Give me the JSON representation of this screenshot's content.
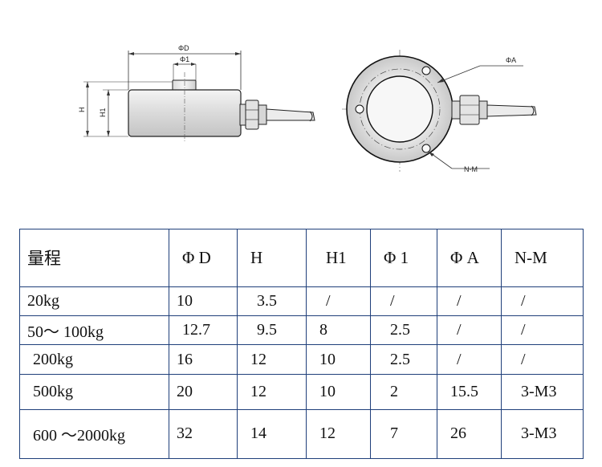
{
  "drawing": {
    "side_view": {
      "phi_d_label": "ΦD",
      "phi_1_label": "Φ1",
      "h_label": "H",
      "h1_label": "H1"
    },
    "top_view": {
      "phi_a_label": "ΦA",
      "nm_label": "N-M"
    }
  },
  "table": {
    "headers": [
      "量程",
      "Φ D",
      "H",
      "H1",
      "Φ 1",
      "Φ A",
      "N-M"
    ],
    "rows": [
      [
        "20kg",
        "10",
        "3.5",
        "/",
        "/",
        "/",
        "/"
      ],
      [
        "50～ 100kg",
        "12.7",
        "9.5",
        "8",
        "2.5",
        "/",
        "/"
      ],
      [
        "200kg",
        "16",
        "12",
        "10",
        "2.5",
        "/",
        "/"
      ],
      [
        "500kg",
        "20",
        "12",
        "10",
        "2",
        "15.5",
        "3-M3"
      ],
      [
        "600 ～2000kg",
        "32",
        "14",
        "12",
        "7",
        "26",
        "3-M3"
      ]
    ]
  }
}
